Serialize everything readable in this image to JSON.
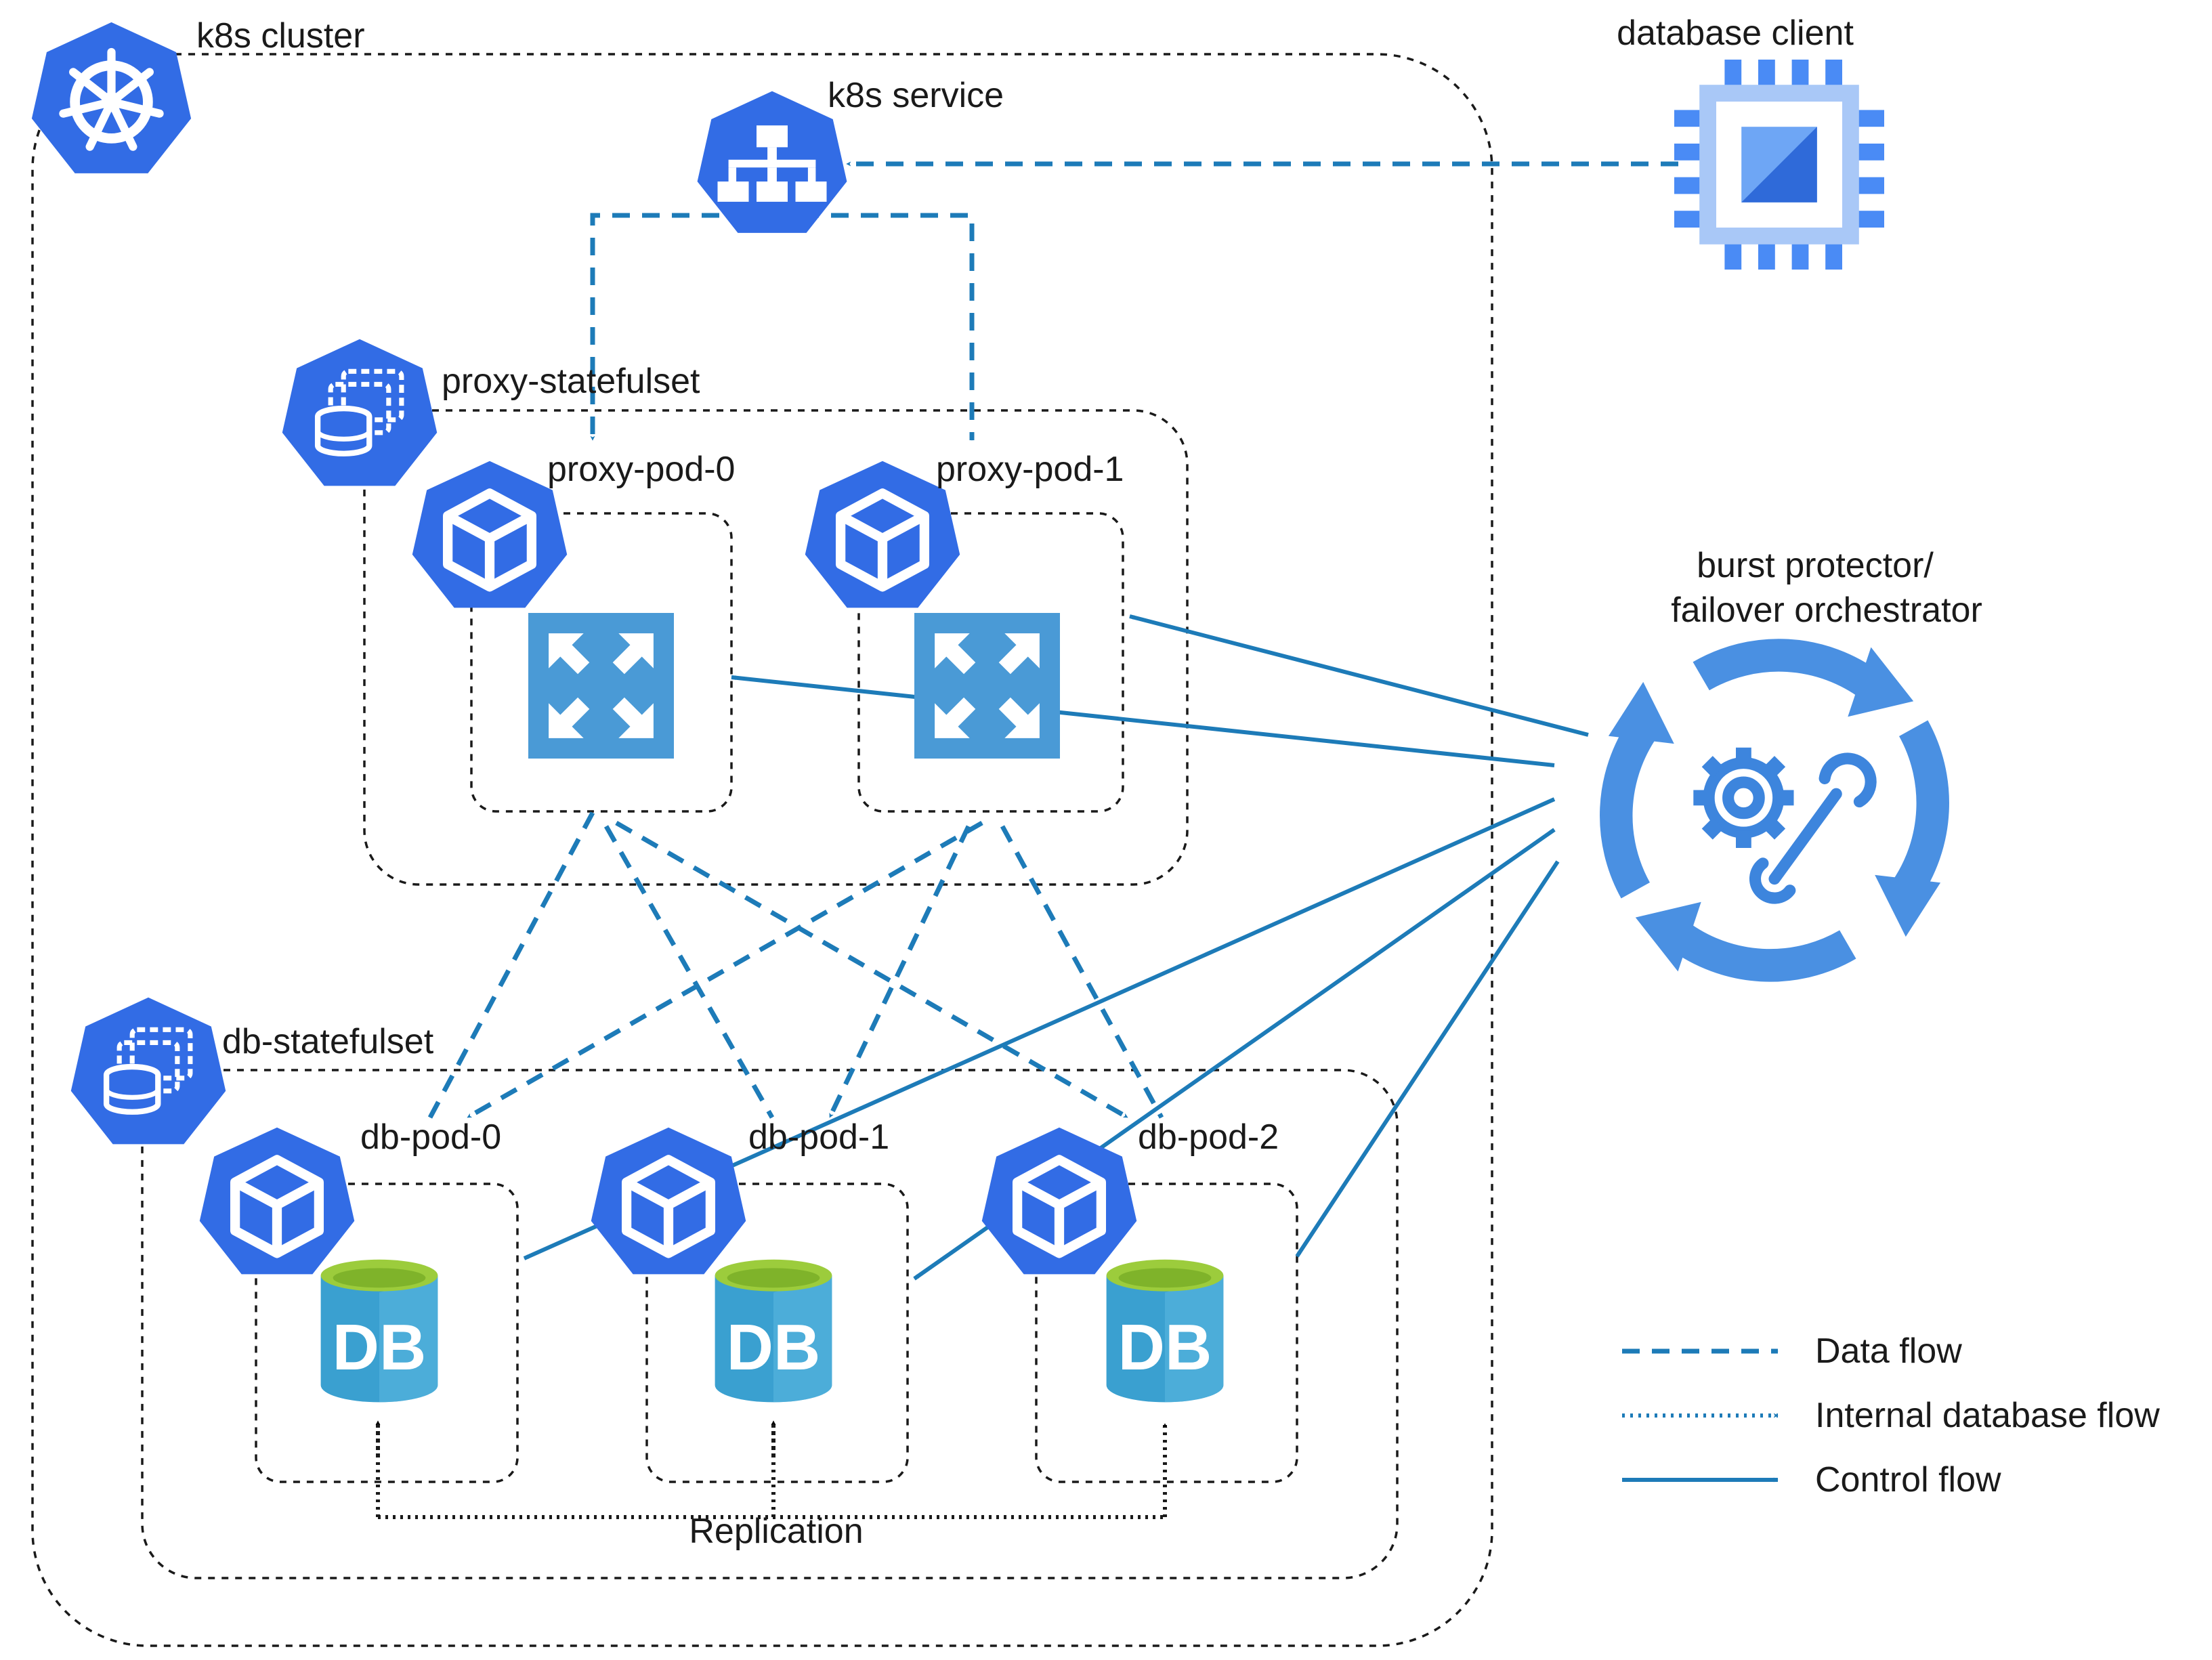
{
  "labels": {
    "cluster": "k8s cluster",
    "service": "k8s service",
    "client": "database client",
    "proxy_statefulset": "proxy-statefulset",
    "proxy_pods": [
      "proxy-pod-0",
      "proxy-pod-1"
    ],
    "db_statefulset": "db-statefulset",
    "db_pods": [
      "db-pod-0",
      "db-pod-1",
      "db-pod-2"
    ],
    "orchestrator_line1": "burst protector/",
    "orchestrator_line2": "failover orchestrator",
    "replication": "Replication",
    "db_badge": "DB"
  },
  "legend": {
    "data_flow": "Data flow",
    "internal_flow": "Internal database flow",
    "control_flow": "Control flow"
  },
  "icons": {
    "cluster": "kubernetes-wheel-icon",
    "service": "k8s-service-hierarchy-icon",
    "client": "chip-icon",
    "statefulset": "statefulset-icon",
    "pod": "pod-cube-icon",
    "proxy": "expand-arrows-icon",
    "database": "database-cylinder-icon",
    "orchestrator": "gear-wrench-cycle-icon"
  },
  "colors": {
    "k8s_blue": "#326ce5",
    "flow_blue": "#1d7bb8",
    "proxy_blue": "#4a9ad6",
    "db_green": "#9ccc3c",
    "db_blue": "#3aa0d0",
    "cycle_blue": "#4a90e2"
  }
}
